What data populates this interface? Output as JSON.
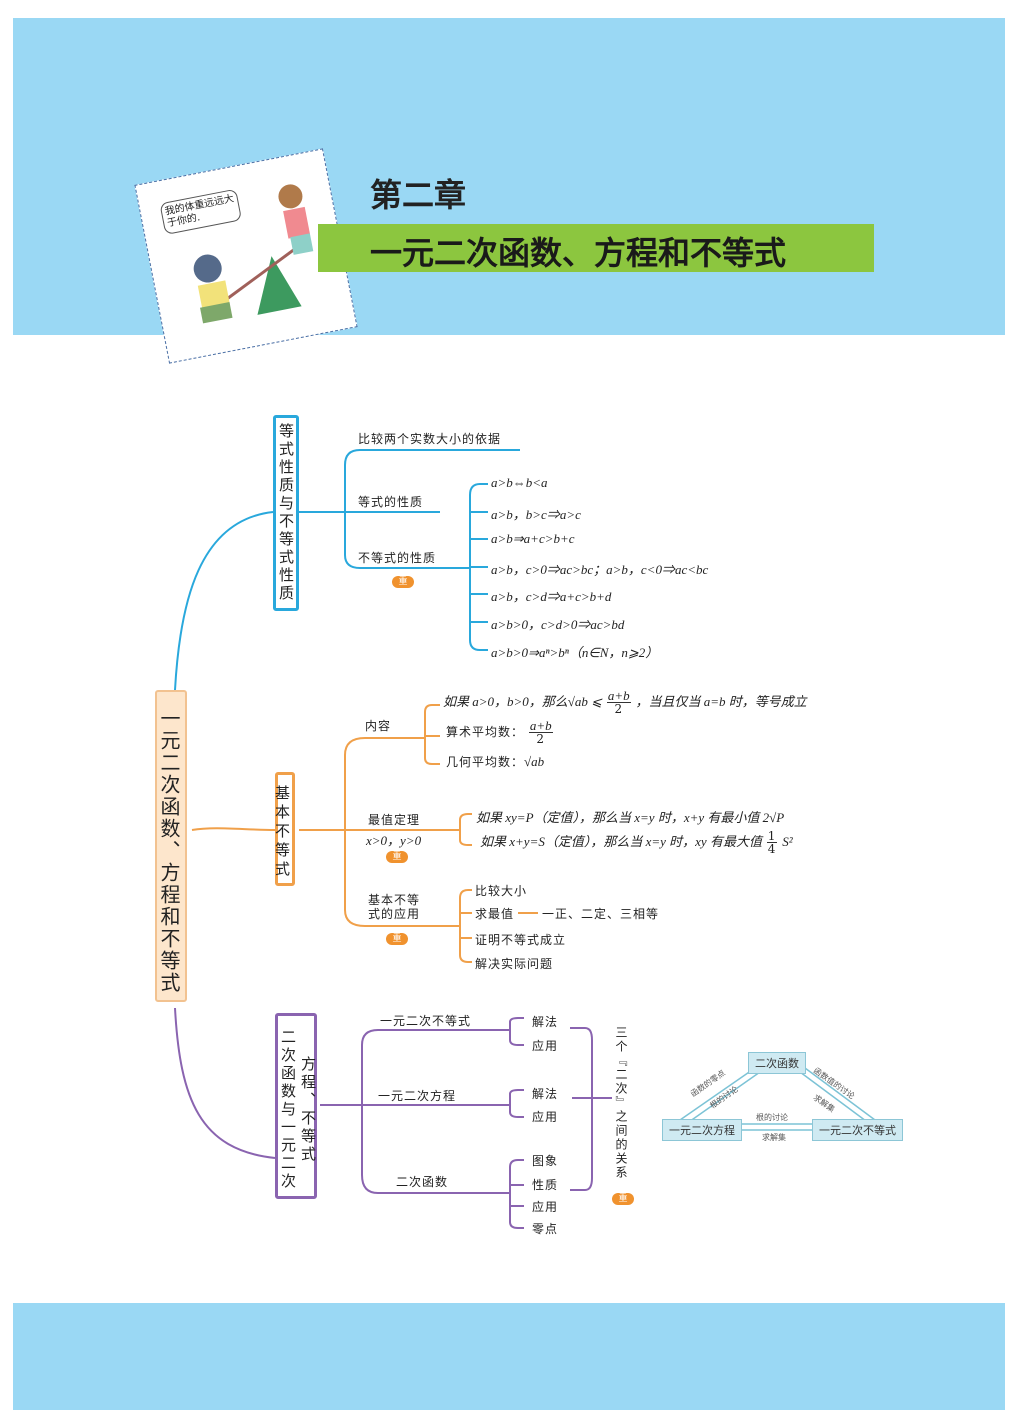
{
  "header": {
    "chapter": "第二章",
    "title": "一元二次函数、方程和不等式",
    "cartoon_speech": "我的体重远远大于你的."
  },
  "root": "一元二次函数、方程和不等式",
  "badge": "重",
  "branch1": {
    "title": "等式性质与不等式性质",
    "compare": "比较两个实数大小的依据",
    "eq_props": "等式的性质",
    "ineq_props": "不等式的性质",
    "items": [
      "a>b⇔b<a",
      "a>b，b>c⇒a>c",
      "a>b⇒a+c>b+c",
      "a>b，c>0⇒ac>bc；a>b，c<0⇒ac<bc",
      "a>b，c>d⇒a+c>b+d",
      "a>b>0，c>d>0⇒ac>bd",
      "a>b>0⇒aⁿ>bⁿ（n∈N，n⩾2）"
    ]
  },
  "branch2": {
    "title": "基本不等式",
    "content_label": "内容",
    "content_main_a": "如果 a>0，b>0，那么√ab ⩽",
    "frac_num": "a+b",
    "frac_den": "2",
    "content_main_b": "，当且仅当 a=b 时，等号成立",
    "arith_label": "算术平均数：",
    "geo_label": "几何平均数：",
    "geo_value": "√ab",
    "extreme_label": "最值定理",
    "extreme_cond": "x>0，y>0",
    "extreme_1": "如果 xy=P（定值），那么当 x=y 时，x+y 有最小值 2√P",
    "extreme_2a": "如果 x+y=S（定值），那么当 x=y 时，xy 有最大值",
    "quarter_num": "1",
    "quarter_den": "4",
    "extreme_2b": "S²",
    "app_label": "基本不等式的应用",
    "apps": [
      "比较大小",
      "求最值",
      "证明不等式成立",
      "解决实际问题"
    ],
    "max_note": "一正、二定、三相等"
  },
  "branch3": {
    "title": "二次函数与一元二次方程、不等式",
    "ineq": "一元二次不等式",
    "eq": "一元二次方程",
    "func": "二次函数",
    "ineq_items": [
      "解法",
      "应用"
    ],
    "eq_items": [
      "解法",
      "应用"
    ],
    "func_items": [
      "图象",
      "性质",
      "应用",
      "零点"
    ],
    "relation": "三个『二次』之间的关系"
  },
  "triangle": {
    "top": "二次函数",
    "left": "一元二次方程",
    "right": "一元二次不等式",
    "left_edge_a": "函数的零点",
    "left_edge_b": "根的讨论",
    "right_edge_a": "函数值的讨论",
    "right_edge_b": "求解集",
    "bottom_a": "根的讨论",
    "bottom_b": "求解集"
  },
  "colors": {
    "blue": "#29a8dc",
    "orange": "#f0a04a",
    "purple": "#8a64b0",
    "green": "#8cc63f",
    "band": "#9ad8f4"
  }
}
